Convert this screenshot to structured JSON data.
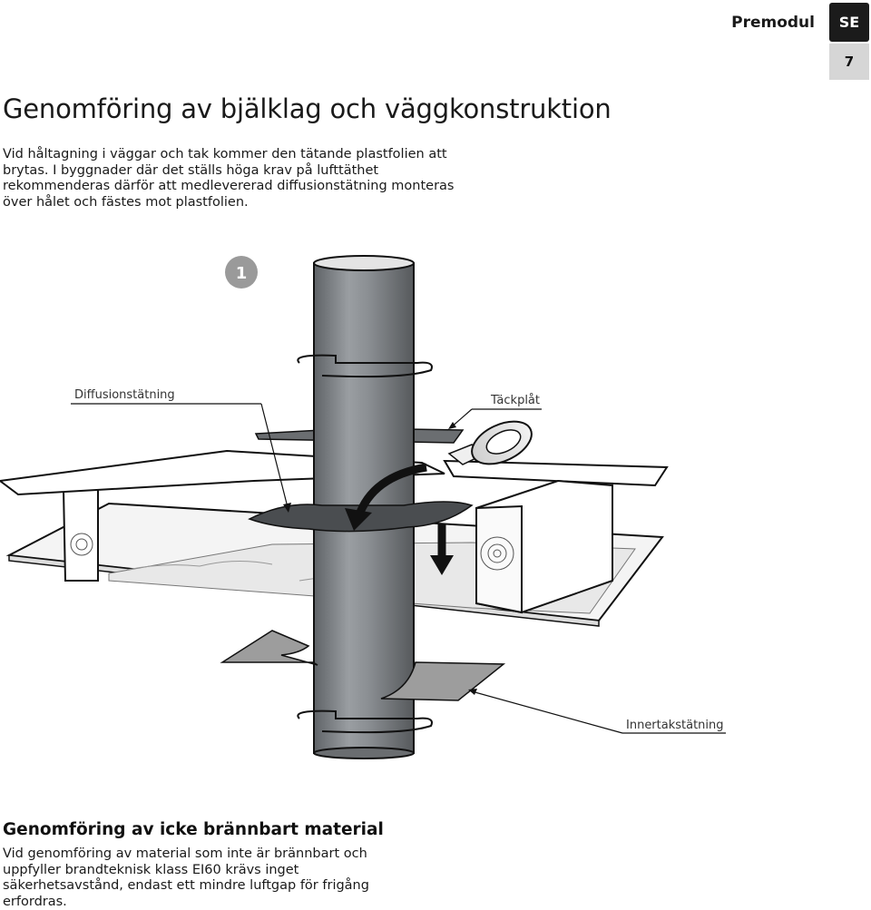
{
  "header": {
    "brand": "Premodul",
    "lang": "SE",
    "page_number": "7"
  },
  "title": "Genomföring av bjälklag och väggkonstruktion",
  "intro": "Vid håltagning i väggar och tak kommer den tätande plastfolien att brytas. I byggnader där det ställs höga krav på lufttäthet rekommenderas därför att medlevererad diffusionstätning monteras över hålet och fästes mot plastfolien.",
  "figure": {
    "step_number": "1",
    "labels": {
      "diffusion": "Diffusionstätning",
      "cover_plate": "Täckplåt",
      "inner_seal": "Innertakstätning"
    }
  },
  "section2": {
    "title": "Genomföring av icke brännbart material",
    "body": "Vid genomföring av material som inte är brännbart och uppfyller brandteknisk klass EI60 krävs inget säkerhetsavstånd, endast ett mindre luftgap för frigång erfordras."
  },
  "colors": {
    "pipe": "#8a8d90",
    "badge": "#1b1b1b",
    "step_circle": "#9a9a9a"
  }
}
